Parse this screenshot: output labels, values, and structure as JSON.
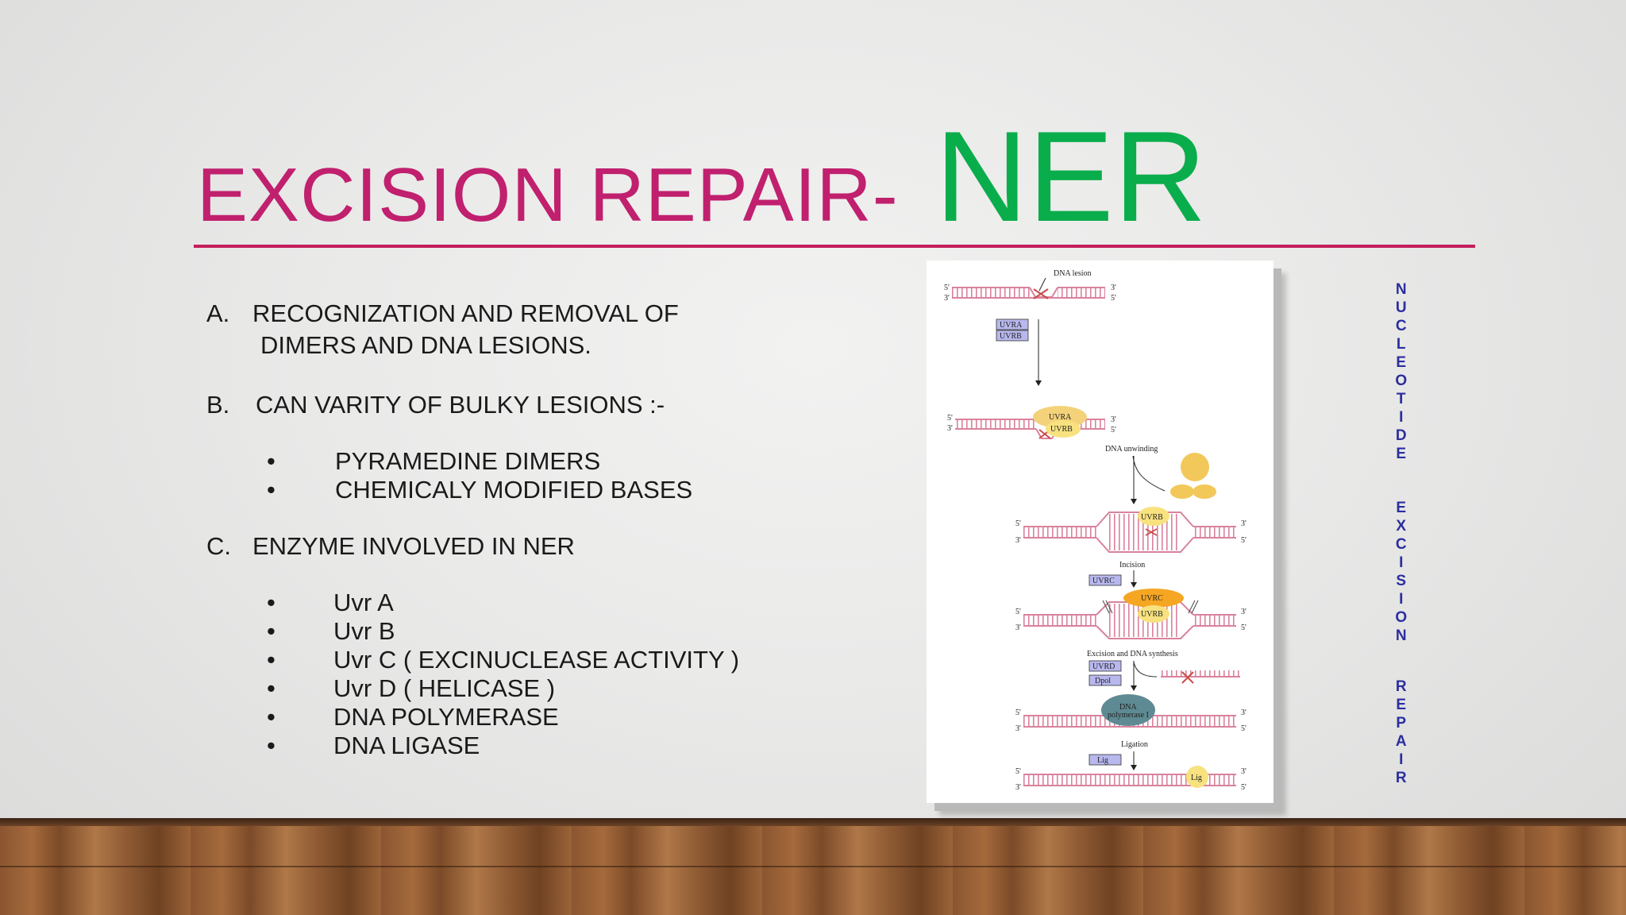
{
  "title": {
    "main": "EXCISION REPAIR-",
    "accent": "NER"
  },
  "colors": {
    "title": "#c0206e",
    "accent": "#0aad4b",
    "rule": "#c41e5c",
    "side_text": "#2b2e9e",
    "strand": "#d9829c",
    "protein_yellow": "#f3d27a",
    "protein_orange": "#f5a623",
    "polymerase": "#5e8a93",
    "enzyme_box": "#b8b8ee"
  },
  "list": {
    "a_marker": "A.",
    "a_line1": "RECOGNIZATION AND REMOVAL OF",
    "a_line2": "DIMERS AND DNA LESIONS.",
    "b_marker": "B.",
    "b_text": "CAN VARITY OF BULKY LESIONS :-",
    "b_bullets": [
      "PYRAMEDINE DIMERS",
      "CHEMICALY MODIFIED BASES"
    ],
    "c_marker": "C.",
    "c_text": "ENZYME INVOLVED IN NER",
    "c_bullets": [
      "Uvr A",
      "Uvr B",
      "Uvr C ( EXCINUCLEASE ACTIVITY )",
      "Uvr D ( HELICASE )",
      "DNA POLYMERASE",
      "DNA LIGASE"
    ],
    "bullet_symbol": "•"
  },
  "side_text": {
    "word1": "NUCLEOTIDE",
    "word2": "EXCISION",
    "word3": "REPAIR"
  },
  "figure": {
    "lesion_label": "DNA lesion",
    "uvra": "UVRA",
    "uvrb": "UVRB",
    "uvrc": "UVRC",
    "uvrd": "UVRD",
    "dpol": "Dpol",
    "lig": "Lig",
    "unwinding_label": "DNA unwinding",
    "incision_label": "Incision",
    "excision_label": "Excision and DNA synthesis",
    "polymerase_line1": "DNA",
    "polymerase_line2": "polymerase I",
    "ligation_label": "Ligation",
    "five": "5'",
    "three": "3'"
  }
}
